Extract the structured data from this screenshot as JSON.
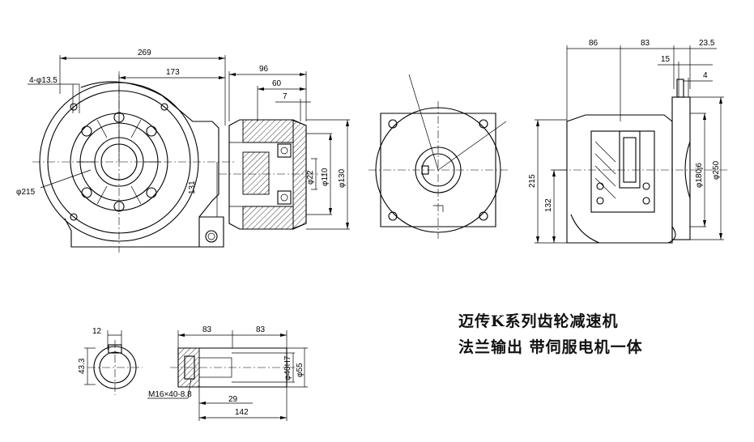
{
  "caption": {
    "line1": "迈传K系列齿轮减速机",
    "line2": "法兰输出  带伺服电机一体"
  },
  "front_view": {
    "d_269": "269",
    "d_173": "173",
    "d_holes": "4-φ13.5",
    "d_215": "φ215",
    "d_131": "131"
  },
  "section_view": {
    "d_96": "96",
    "d_60": "60",
    "d_7": "7",
    "d_22": "φ22",
    "d_110": "φ110",
    "d_130": "φ130"
  },
  "side_view": {
    "d_86": "86",
    "d_83": "83",
    "d_23_5": "23.5",
    "d_15": "15",
    "d_4": "4",
    "d_215": "215",
    "d_132": "132",
    "d_180": "φ180j6",
    "d_250": "φ250"
  },
  "shaft_view": {
    "d_12": "12",
    "d_43_3": "43.3",
    "d_83a": "83",
    "d_83b": "83",
    "d_40": "φ40H7",
    "d_55": "φ55",
    "thread": "M16×40-8.8",
    "d_29": "29",
    "d_142": "142"
  },
  "colors": {
    "line": "#000000",
    "background": "#ffffff"
  }
}
